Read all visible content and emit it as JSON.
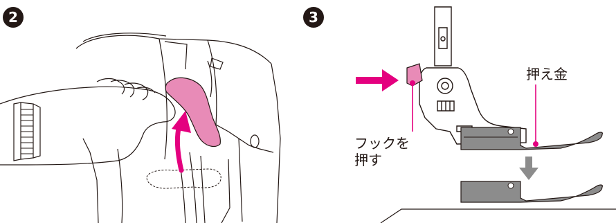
{
  "step_2": {
    "number": "2"
  },
  "step_3": {
    "number": "3",
    "presser_foot_label": "押え金",
    "hook_label_line1": "フックを",
    "hook_label_line2": "押す"
  },
  "colors": {
    "accent_pink": "#e4007f",
    "light_pink": "#e88bb7",
    "outline": "#231815",
    "foot_gray": "#8c8c8c"
  }
}
